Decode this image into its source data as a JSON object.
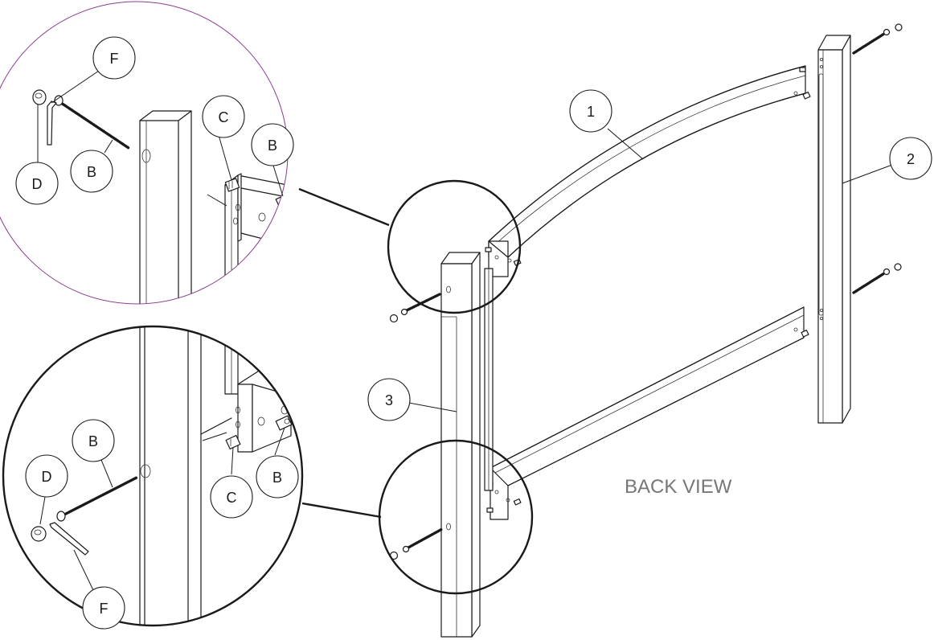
{
  "view_label": "BACK VIEW",
  "part_callouts": {
    "rail": "1",
    "right_post": "2",
    "left_post": "3"
  },
  "top_detail": {
    "label_f": "F",
    "label_d": "D",
    "label_b_bolt": "B",
    "label_c": "C",
    "label_b_barrel": "B"
  },
  "bottom_detail": {
    "label_b_bolt": "B",
    "label_d": "D",
    "label_f": "F",
    "label_c": "C",
    "label_b_barrel": "B"
  },
  "colors": {
    "line": "#1a1a1a",
    "top_detail_circle": "#8a3b8f",
    "view_label": "#777777"
  }
}
